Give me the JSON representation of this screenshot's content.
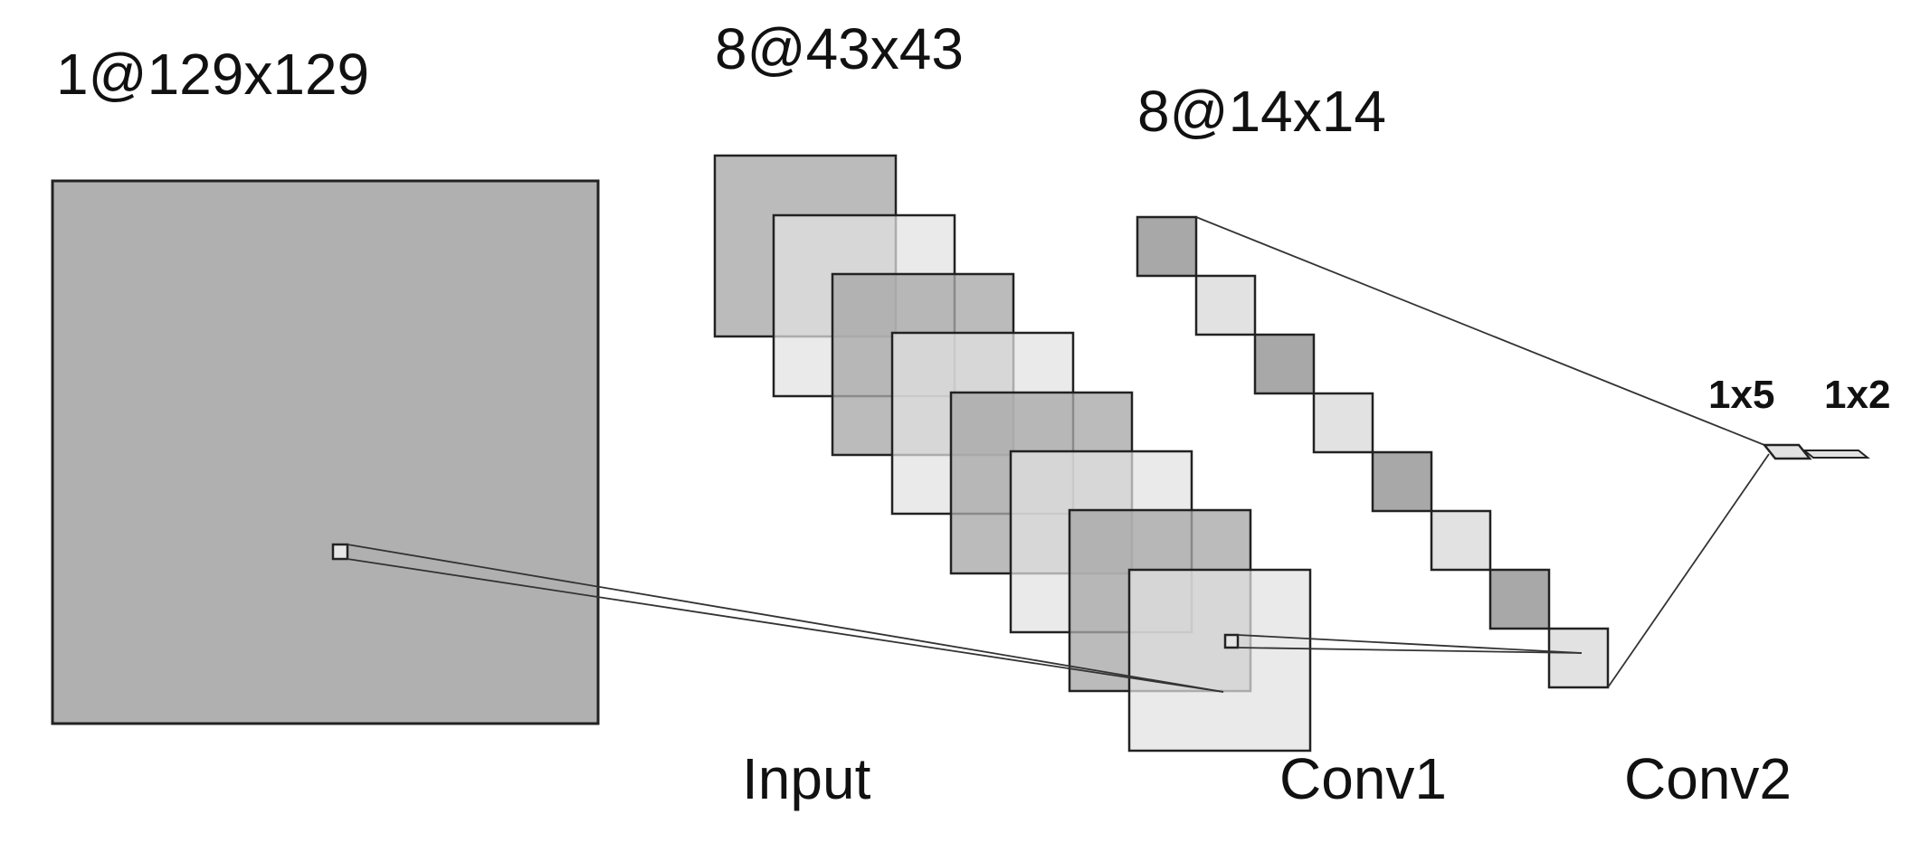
{
  "labels": {
    "input_dim": "1@129x129",
    "conv1_dim": "8@43x43",
    "conv2_dim": "8@14x14",
    "fc1_dim": "1x5",
    "fc2_dim": "1x2",
    "input_caption": "Input",
    "conv1_caption": "Conv1",
    "conv2_caption": "Conv2"
  },
  "colors": {
    "dark_fill": "#a8a8a8",
    "light_fill": "#e2e2e2",
    "input_fill": "#b0b0b0",
    "stroke": "#222222"
  },
  "layers": {
    "conv1_map_count": 8,
    "conv2_map_count": 8
  }
}
